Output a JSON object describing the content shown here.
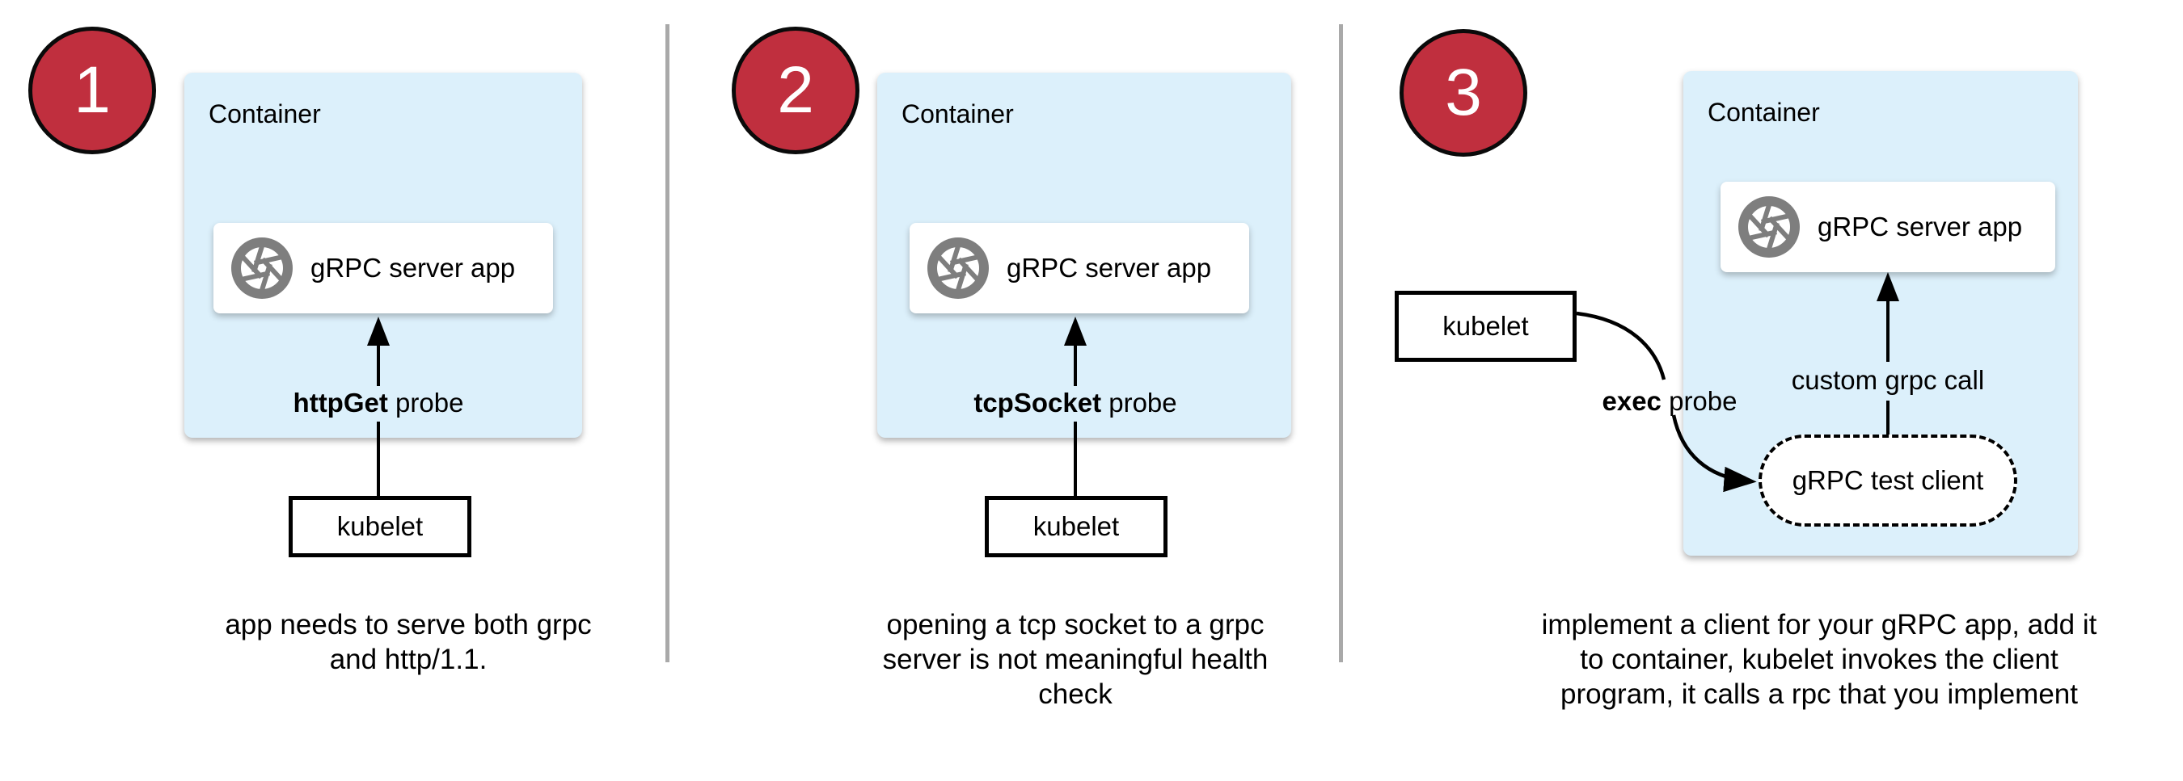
{
  "colors": {
    "badge_red": "#c02f3e",
    "container_blue": "#dcf0fb",
    "icon_gray": "#7e7e7e",
    "divider_gray": "#a9a9a9"
  },
  "panels": [
    {
      "number": "1",
      "container_label": "Container",
      "app_label": "gRPC server app",
      "app_icon": "aperture-icon",
      "probe_label_bold": "httpGet",
      "probe_label_rest": " probe",
      "kubelet_label": "kubelet",
      "caption": "app needs to serve both grpc\nand http/1.1."
    },
    {
      "number": "2",
      "container_label": "Container",
      "app_label": "gRPC server app",
      "app_icon": "aperture-icon",
      "probe_label_bold": "tcpSocket",
      "probe_label_rest": " probe",
      "kubelet_label": "kubelet",
      "caption": "opening a tcp socket to a grpc\nserver is not meaningful health\ncheck"
    },
    {
      "number": "3",
      "container_label": "Container",
      "app_label": "gRPC server app",
      "app_icon": "aperture-icon",
      "probe_label_bold": "exec",
      "probe_label_rest": " probe",
      "kubelet_label": "kubelet",
      "grpc_call_label": "custom grpc call",
      "test_client_label": "gRPC test client",
      "caption": "implement a client for your gRPC app, add it\nto container, kubelet invokes the client\nprogram, it calls a rpc that you implement"
    }
  ]
}
